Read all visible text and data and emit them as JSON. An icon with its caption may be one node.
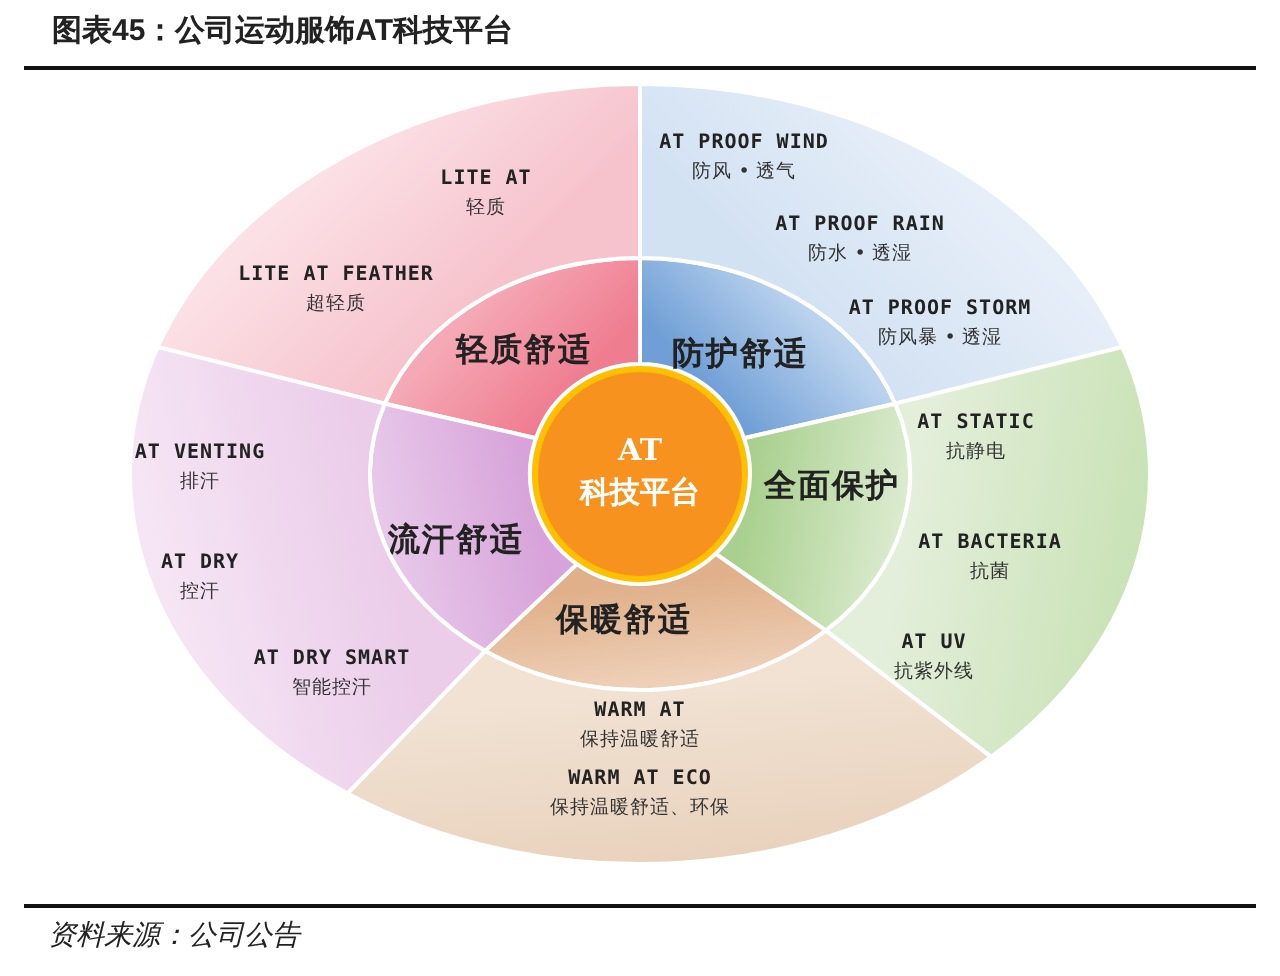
{
  "diagram": {
    "title": "图表45：公司运动服饰AT科技平台",
    "caption": "资料来源：公司公告",
    "nodes": [
      {
        "text": [
          "AT 科技平台"
        ]
      },
      {
        "text": [
          "轻质舒适"
        ]
      },
      {
        "text": [
          "防护舒适"
        ]
      },
      {
        "text": [
          "全面保护"
        ]
      },
      {
        "text": [
          "保暖舒适"
        ]
      },
      {
        "text": [
          "流汗舒适"
        ]
      },
      {
        "text": [
          "LITE AT",
          "轻质",
          "LITE AT FEATHER",
          "超轻质"
        ]
      },
      {
        "text": [
          "AT PROOF WIND",
          "防风 • 透气",
          "AT PROOF RAIN",
          "防水 • 透湿",
          "AT PROOF STORM",
          "防风暴 • 透湿"
        ]
      },
      {
        "text": [
          "AT STATIC",
          "抗静电",
          "AT BACTERIA",
          "抗菌",
          "AT UV",
          "抗紫外线"
        ]
      },
      {
        "text": [
          "WARM AT",
          "保持温暖舒适",
          "WARM AT ECO",
          "保持温暖舒适、环保"
        ]
      },
      {
        "text": [
          "AT VENTING",
          "排汗",
          "AT DRY",
          "控汗",
          "AT DRY SMART",
          "智能控汗"
        ]
      }
    ]
  }
}
